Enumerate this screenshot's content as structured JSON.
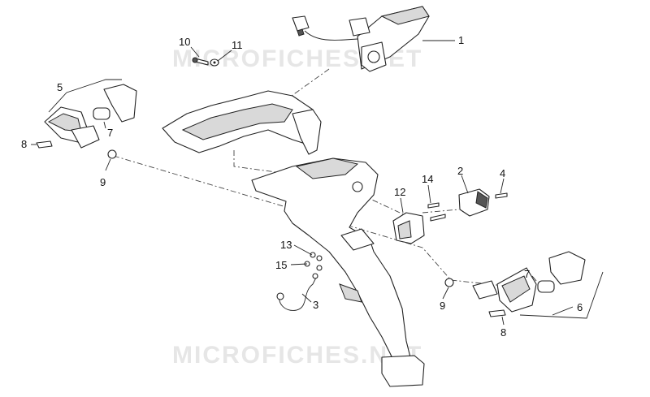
{
  "watermark": {
    "text": "MICROFICHES.NET"
  },
  "callouts": {
    "c1": "1",
    "c2": "2",
    "c3": "3",
    "c4": "4",
    "c5": "5",
    "c6": "6",
    "c7a": "7",
    "c7b": "7",
    "c8a": "8",
    "c8b": "8",
    "c9a": "9",
    "c9b": "9",
    "c10": "10",
    "c11": "11",
    "c12": "12",
    "c13": "13",
    "c14": "14",
    "c15": "15"
  }
}
